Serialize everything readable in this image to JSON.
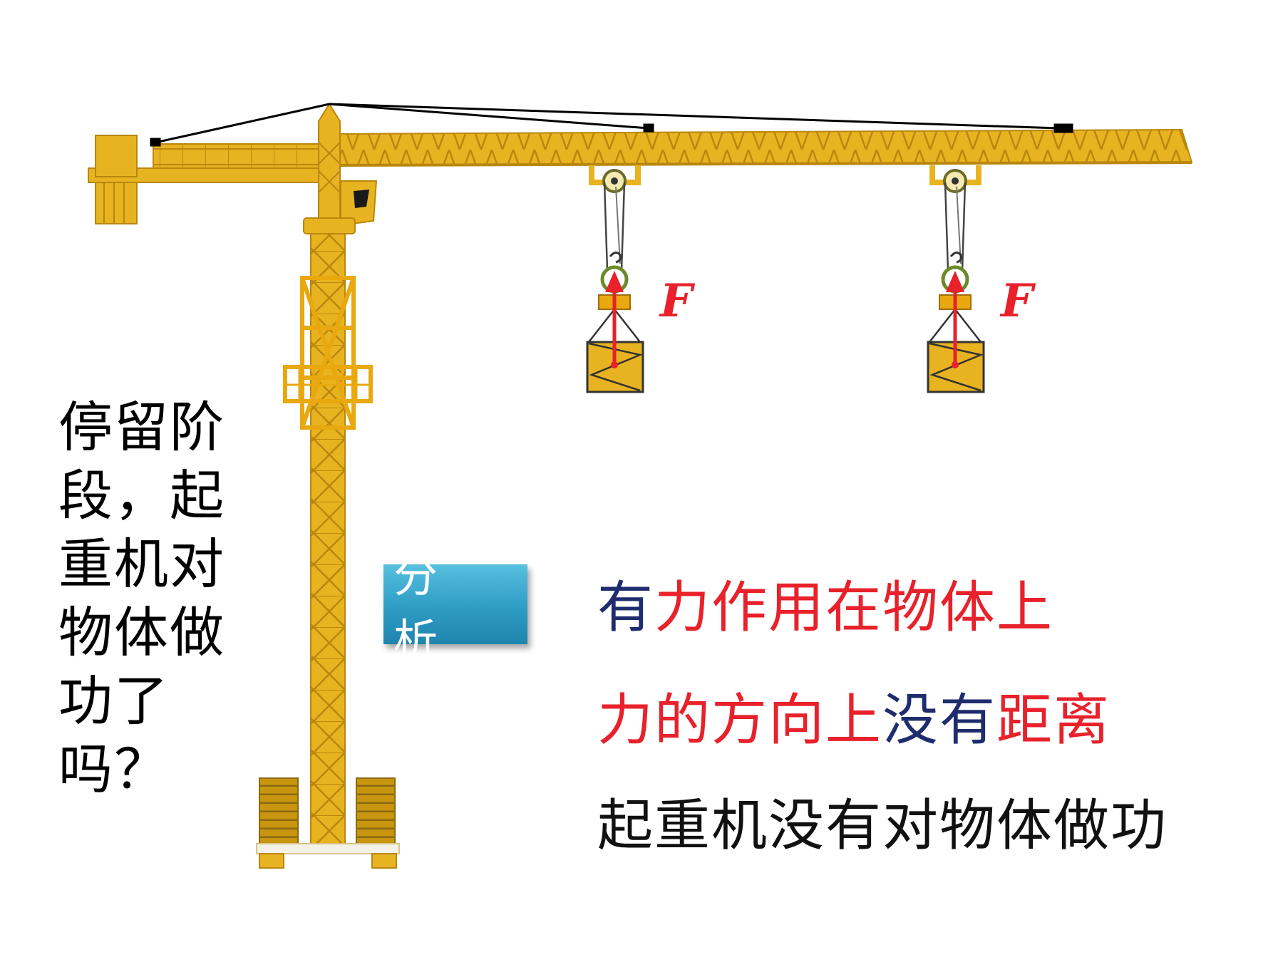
{
  "diagram": {
    "force_symbol": "F",
    "colors": {
      "crane": "#e8b320",
      "crane_outline": "#b9870e",
      "force_arrow": "#e8212b",
      "cable": "#000000"
    }
  },
  "question": "停留阶段，起重机对物体做功了吗？",
  "analysis_button": "分 析",
  "analysis": {
    "line1": {
      "a": "有",
      "b": "力作用在物体上"
    },
    "line2": {
      "a": "力的方向上",
      "b": "没有",
      "c": "距离"
    },
    "line3": "起重机没有对物体做功"
  }
}
